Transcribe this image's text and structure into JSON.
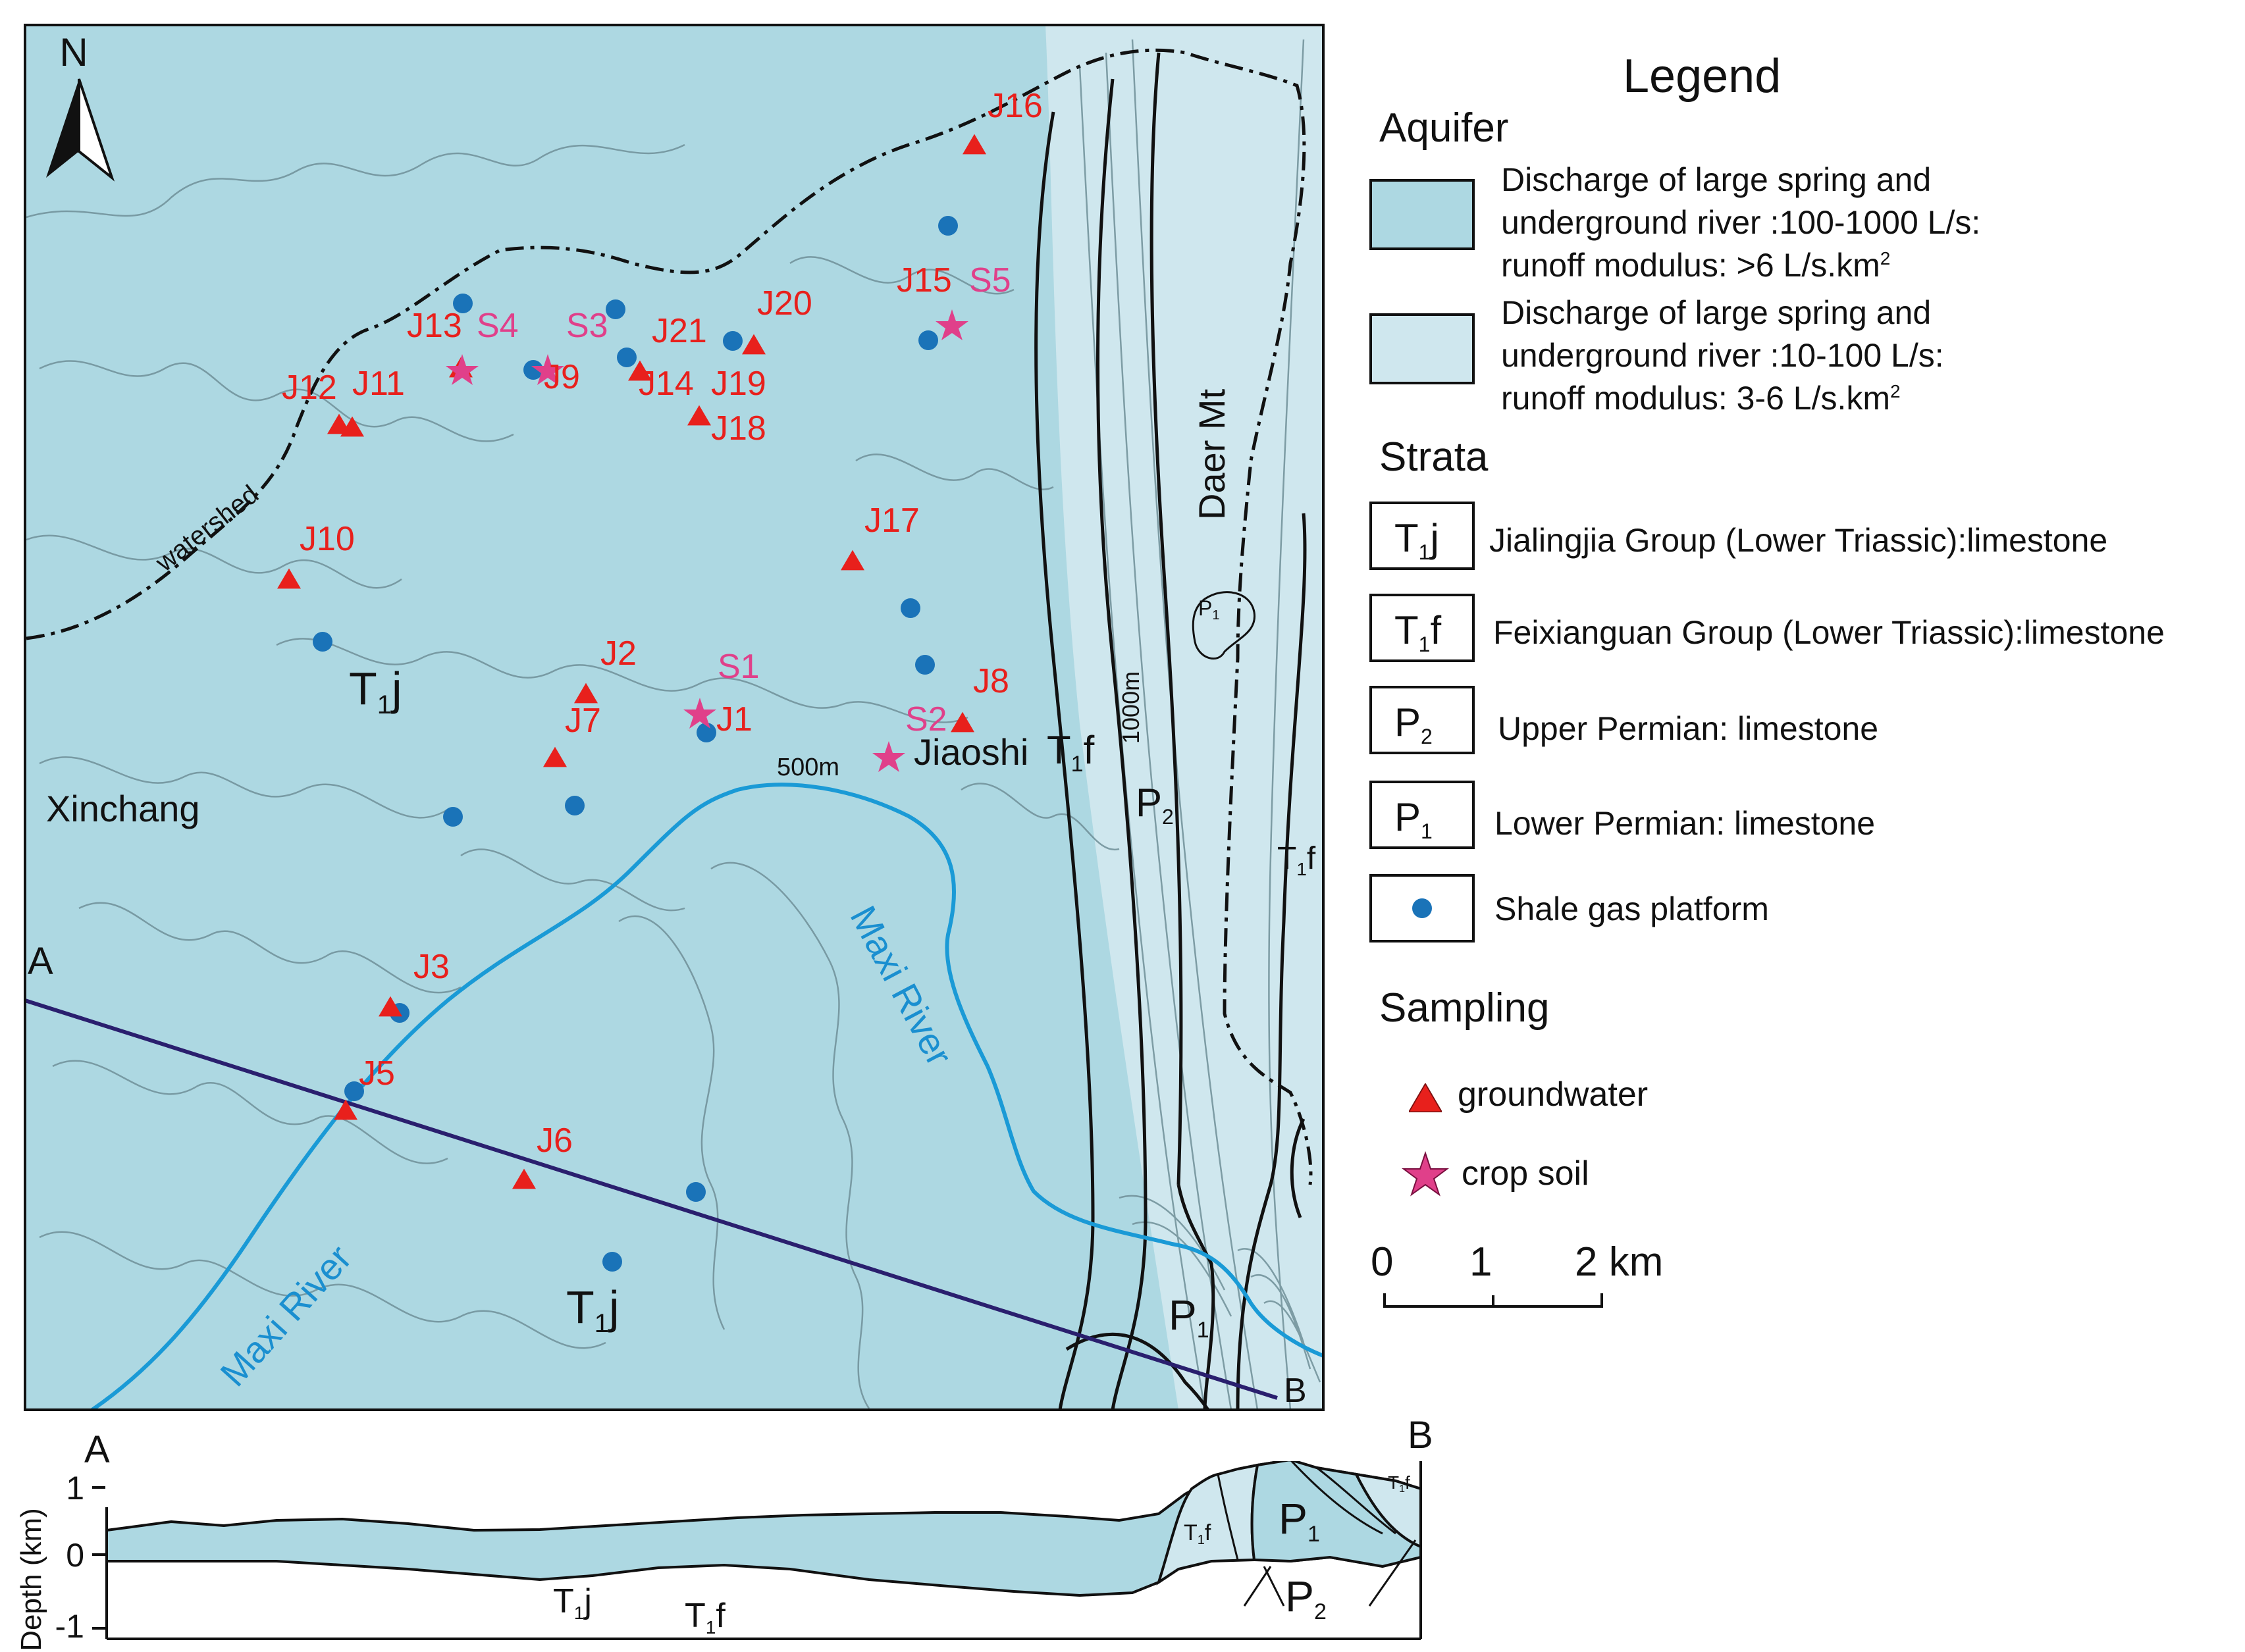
{
  "map": {
    "north_label": "N",
    "colors": {
      "aquifer_high": "#add8e2",
      "aquifer_low": "#cfe7ee",
      "groundwater": "#e8201c",
      "soil": "#e0408a",
      "platform": "#1a73b8",
      "river": "#1a9ad6",
      "section_line": "#2a1f6e"
    },
    "places": {
      "xinchang": "Xinchang",
      "jiaoshi": "Jiaoshi",
      "daer": "Daer Mt",
      "watershed": "watershed",
      "river1": "Maxi River",
      "river2": "Maxi River",
      "contour500": "500m",
      "contour1000": "1000m",
      "sectionA": "A",
      "sectionB": "B"
    },
    "strata_labels": {
      "t1j_a": {
        "main": "T",
        "sub": "1",
        "suffix": "j"
      },
      "t1j_b": {
        "main": "T",
        "sub": "1",
        "suffix": "j"
      },
      "t1f_a": {
        "main": "T",
        "sub": "1",
        "suffix": "f"
      },
      "t1f_b": {
        "main": "T",
        "sub": "1",
        "suffix": "f"
      },
      "p2": {
        "main": "P",
        "sub": "2",
        "suffix": ""
      },
      "p1_a": {
        "main": "P",
        "sub": "1",
        "suffix": ""
      },
      "p1_b": {
        "main": "P",
        "sub": "1",
        "suffix": ""
      }
    },
    "groundwater_labels": {
      "J1": "J1",
      "J2": "J2",
      "J3": "J3",
      "J5": "J5",
      "J6": "J6",
      "J7": "J7",
      "J8": "J8",
      "J9": "J9",
      "J10": "J10",
      "J11": "J11",
      "J12": "J12",
      "J13": "J13",
      "J14": "J14",
      "J15": "J15",
      "J16": "J16",
      "J17": "J17",
      "J18": "J18",
      "J19": "J19",
      "J20": "J20",
      "J21": "J21"
    },
    "soil_labels": {
      "S1": "S1",
      "S2": "S2",
      "S3": "S3",
      "S4": "S4",
      "S5": "S5"
    }
  },
  "legend": {
    "title": "Legend",
    "aquifer_heading": "Aquifer",
    "aquifer_high": [
      "Discharge of large spring and",
      "underground river :100-1000 L/s:",
      "runoff modulus:  >6 L/s.km"
    ],
    "aquifer_high_sup": "2",
    "aquifer_low": [
      "Discharge of large spring and",
      "underground river :10-100 L/s:",
      "runoff modulus:  3-6 L/s.km"
    ],
    "aquifer_low_sup": "2",
    "strata_heading": "Strata",
    "strata": [
      {
        "sym": "T",
        "sub": "1",
        "suf": "j",
        "text": "Jialingjia Group (Lower Triassic):limestone"
      },
      {
        "sym": "T",
        "sub": "1",
        "suf": "f",
        "text": "Feixianguan Group (Lower Triassic):limestone"
      },
      {
        "sym": "P",
        "sub": "2",
        "suf": "",
        "text": "Upper Permian: limestone"
      },
      {
        "sym": "P",
        "sub": "1",
        "suf": "",
        "text": "Lower Permian: limestone"
      }
    ],
    "platform_text": "Shale gas platform",
    "sampling_heading": "Sampling",
    "groundwater_text": "groundwater",
    "soil_text": "crop soil",
    "scale_labels": [
      "0",
      "1",
      "2 km"
    ]
  },
  "section": {
    "label_a": "A",
    "label_b": "B",
    "axis_title": "Depth (km)",
    "ticks": [
      "1",
      "0",
      "-1"
    ],
    "units": {
      "t1j": {
        "main": "T",
        "sub": "1",
        "suffix": "j"
      },
      "t1f_low": {
        "main": "T",
        "sub": "1",
        "suffix": "f"
      },
      "t1f_mid": {
        "main": "T",
        "sub": "1",
        "suffix": "f"
      },
      "t1f_top": {
        "main": "T",
        "sub": "1",
        "suffix": "f"
      },
      "p1": {
        "main": "P",
        "sub": "1",
        "suffix": ""
      },
      "p2": {
        "main": "P",
        "sub": "2",
        "suffix": ""
      }
    }
  }
}
